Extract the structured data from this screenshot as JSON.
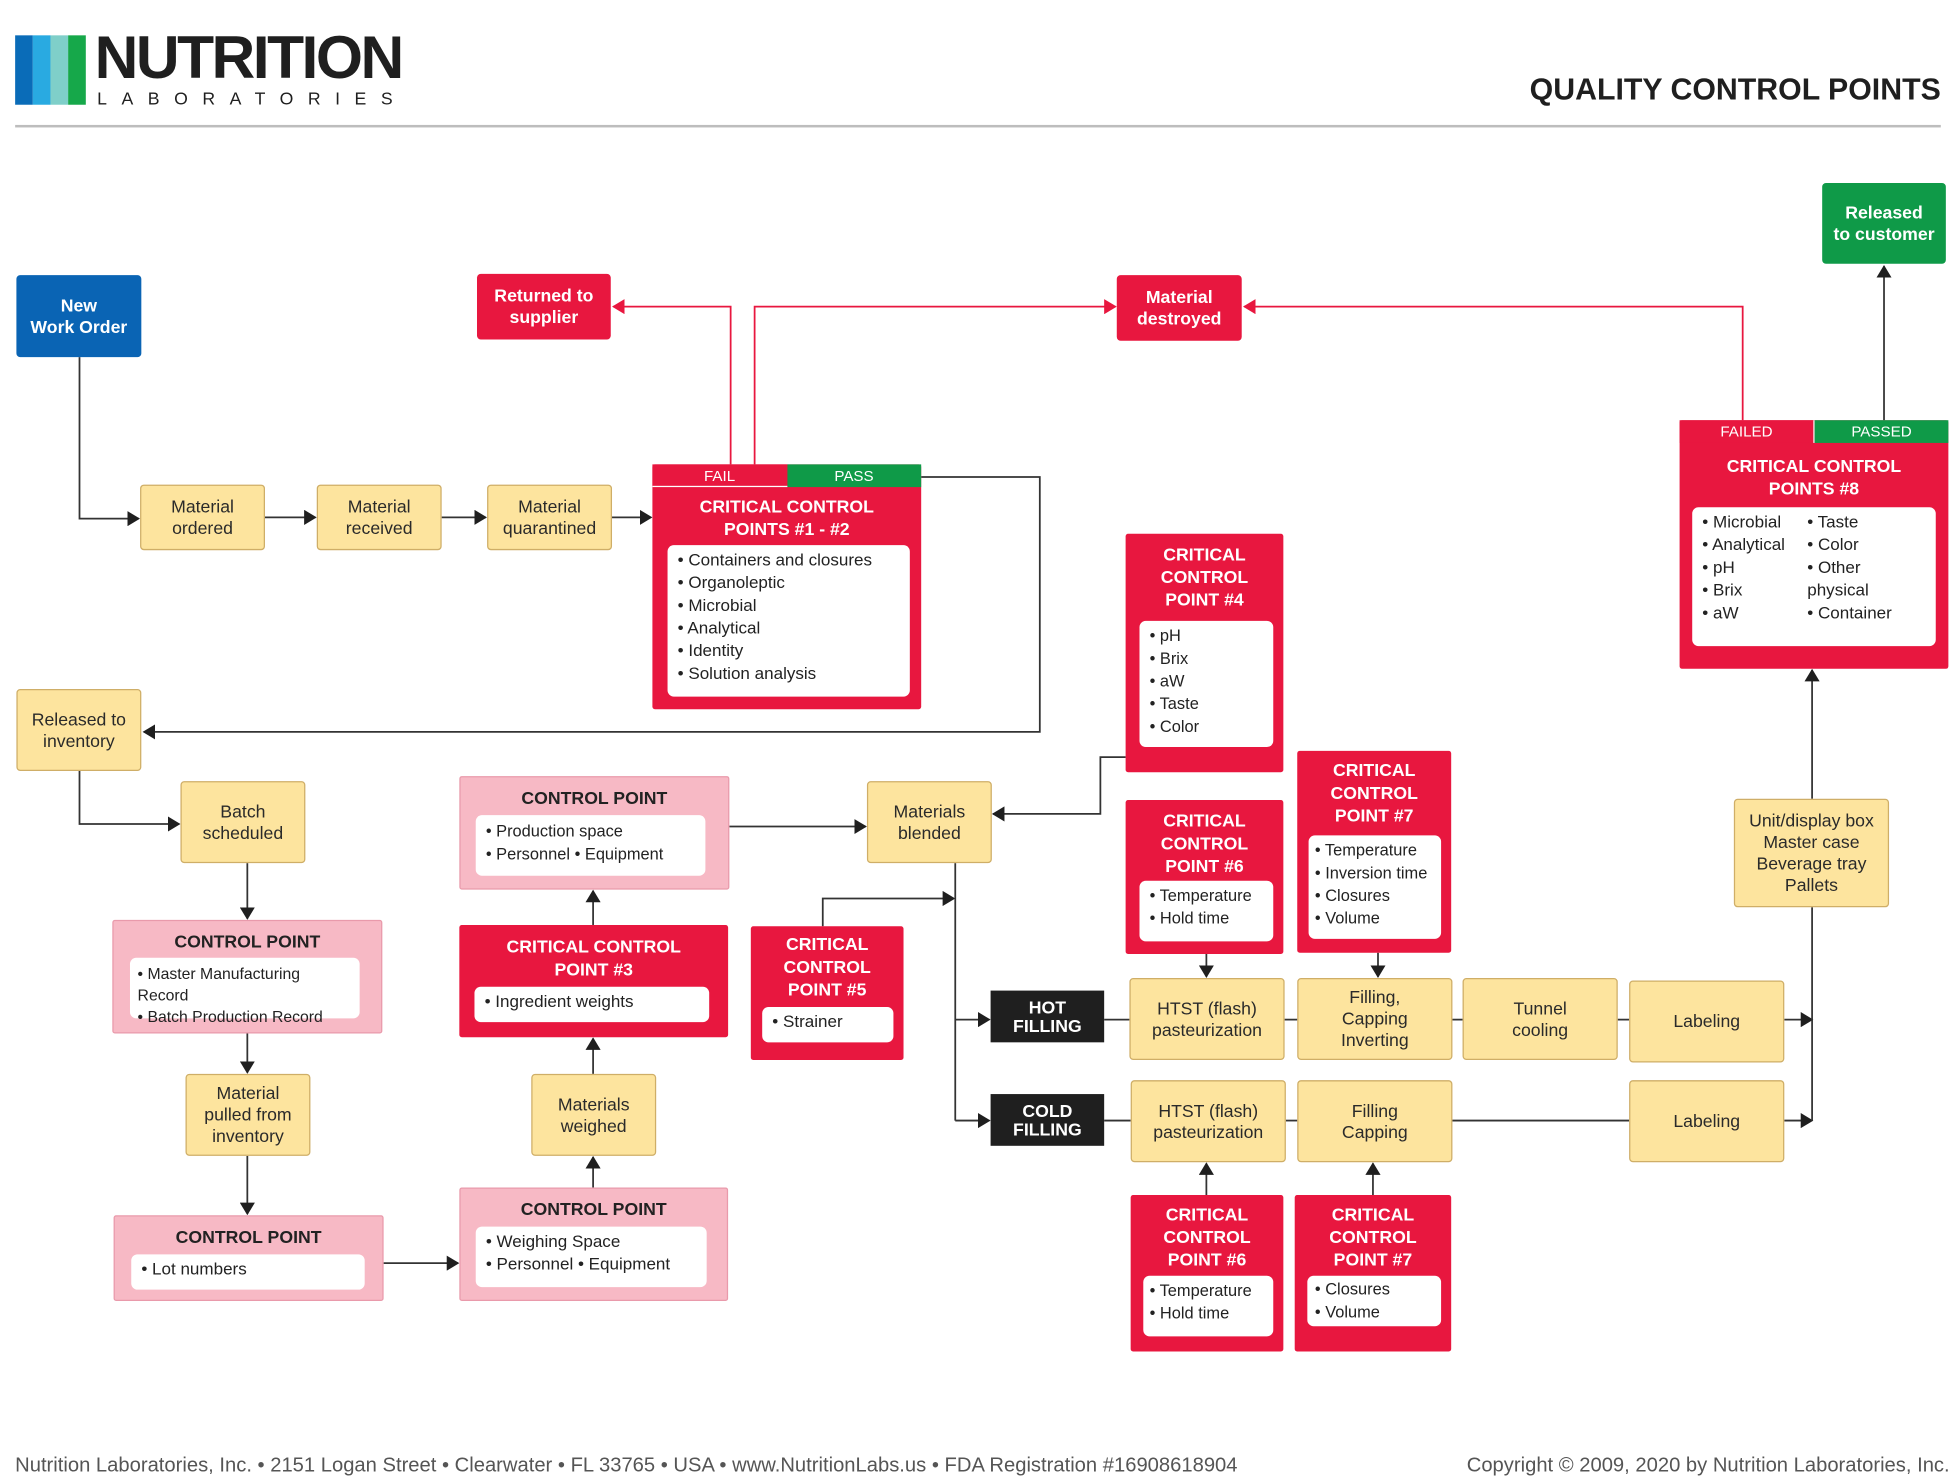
{
  "header": {
    "logo_word": "NUTRITION",
    "logo_sub": "LABORATORIES",
    "title": "QUALITY CONTROL POINTS"
  },
  "colors": {
    "red": "#e8173f",
    "blue": "#0a64b4",
    "green": "#0f9a48",
    "yellow": "#fde49e",
    "pink": "#f7b9c5",
    "black": "#1f1f1f",
    "logo_bars": [
      "#0a6cb8",
      "#29aae1",
      "#7fcfc9",
      "#16a84a"
    ]
  },
  "nodes": {
    "new_work_order": "New\nWork Order",
    "returned_to_supplier": "Returned to\nsupplier",
    "material_destroyed": "Material\ndestroyed",
    "released_to_customer": "Released\nto customer",
    "material_ordered": "Material\nordered",
    "material_received": "Material\nreceived",
    "material_quarantined": "Material\nquarantined",
    "released_to_inventory": "Released to\ninventory",
    "batch_scheduled": "Batch\nscheduled",
    "material_pulled": "Material\npulled from\ninventory",
    "materials_weighed": "Materials\nweighed",
    "materials_blended": "Materials\nblended",
    "hot_filling": "HOT\nFILLING",
    "cold_filling": "COLD\nFILLING",
    "htst_hot": "HTST (flash)\npasteurization",
    "filling_hot": "Filling,\nCapping\nInverting",
    "tunnel_cooling": "Tunnel\ncooling",
    "labeling_hot": "Labeling",
    "htst_cold": "HTST (flash)\npasteurization",
    "filling_cold": "Filling\nCapping",
    "labeling_cold": "Labeling",
    "packaging": "Unit/display box\nMaster case\nBeverage tray\nPallets"
  },
  "points": {
    "ccp12": {
      "fail": "FAIL",
      "pass": "PASS",
      "title": "CRITICAL CONTROL\nPOINTS #1 - #2",
      "items": [
        "Containers and closures",
        "Organoleptic",
        "Microbial",
        "Analytical",
        "Identity",
        "Solution analysis"
      ]
    },
    "ccp8": {
      "failed": "FAILED",
      "passed": "PASSED",
      "title": "CRITICAL CONTROL\nPOINTS #8",
      "items_left": [
        "Microbial",
        "Analytical",
        "pH",
        "Brix",
        "aW"
      ],
      "items_right": [
        "Taste",
        "Color",
        "Other physical",
        "Container"
      ]
    },
    "ccp4": {
      "title": "CRITICAL\nCONTROL\nPOINT #4",
      "items": [
        "pH",
        "Brix",
        "aW",
        "Taste",
        "Color"
      ]
    },
    "ccp6_hot": {
      "title": "CRITICAL\nCONTROL\nPOINT #6",
      "items": [
        "Temperature",
        "Hold time"
      ]
    },
    "ccp7_hot": {
      "title": "CRITICAL\nCONTROL\nPOINT #7",
      "items": [
        "Temperature",
        "Inversion time",
        "Closures",
        "Volume"
      ]
    },
    "cp_records": {
      "title": "CONTROL POINT",
      "items": [
        "Master Manufacturing Record",
        "Batch Production Record"
      ]
    },
    "cp_lot": {
      "title": "CONTROL POINT",
      "items": [
        "Lot numbers"
      ]
    },
    "cp_production": {
      "title": "CONTROL POINT",
      "items": [
        "Production space",
        "Personnel • Equipment"
      ]
    },
    "ccp3": {
      "title": "CRITICAL CONTROL\nPOINT #3",
      "items": [
        "Ingredient weights"
      ]
    },
    "cp_weighing": {
      "title": "CONTROL POINT",
      "items": [
        "Weighing Space",
        "Personnel • Equipment"
      ]
    },
    "ccp5": {
      "title": "CRITICAL\nCONTROL\nPOINT #5",
      "items": [
        "Strainer"
      ]
    },
    "ccp6_cold": {
      "title": "CRITICAL\nCONTROL\nPOINT #6",
      "items": [
        "Temperature",
        "Hold time"
      ]
    },
    "ccp7_cold": {
      "title": "CRITICAL\nCONTROL\nPOINT #7",
      "items": [
        "Closures",
        "Volume"
      ]
    }
  },
  "footer": {
    "left": "Nutrition Laboratories, Inc. • 2151 Logan Street • Clearwater • FL 33765 • USA • www.NutritionLabs.us • FDA Registration #16908618904",
    "right": "Copyright © 2009, 2020 by Nutrition Laboratories, Inc."
  }
}
